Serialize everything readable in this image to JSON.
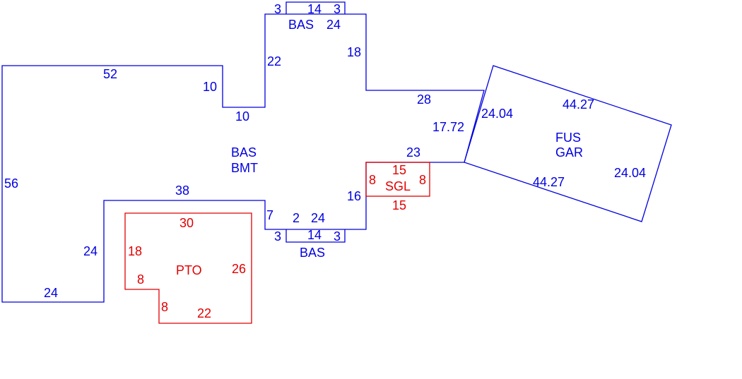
{
  "areas": {
    "bas_main": {
      "code": "BAS",
      "sub": "BMT"
    },
    "bas_top": {
      "code": "BAS",
      "overlap": "24"
    },
    "bas_bottom": {
      "code": "BAS"
    },
    "garage": {
      "code": "FUS",
      "sub": "GAR"
    },
    "sgl": {
      "code": "SGL"
    },
    "pto": {
      "code": "PTO"
    }
  },
  "dimensions": {
    "main": [
      "52",
      "10",
      "10",
      "22",
      "18",
      "28",
      "17.72",
      "23",
      "16",
      "24",
      "2",
      "7",
      "38",
      "24",
      "24",
      "56"
    ],
    "bay_top": [
      "3",
      "14",
      "3"
    ],
    "bay_bottom": [
      "3",
      "14",
      "3"
    ],
    "garage": [
      "24.04",
      "44.27",
      "24.04",
      "44.27"
    ],
    "sgl": [
      "15",
      "8",
      "15",
      "8"
    ],
    "pto": [
      "30",
      "26",
      "22",
      "8",
      "8",
      "18"
    ]
  },
  "colors": {
    "main": "#0000e0",
    "secondary": "#e00000"
  }
}
